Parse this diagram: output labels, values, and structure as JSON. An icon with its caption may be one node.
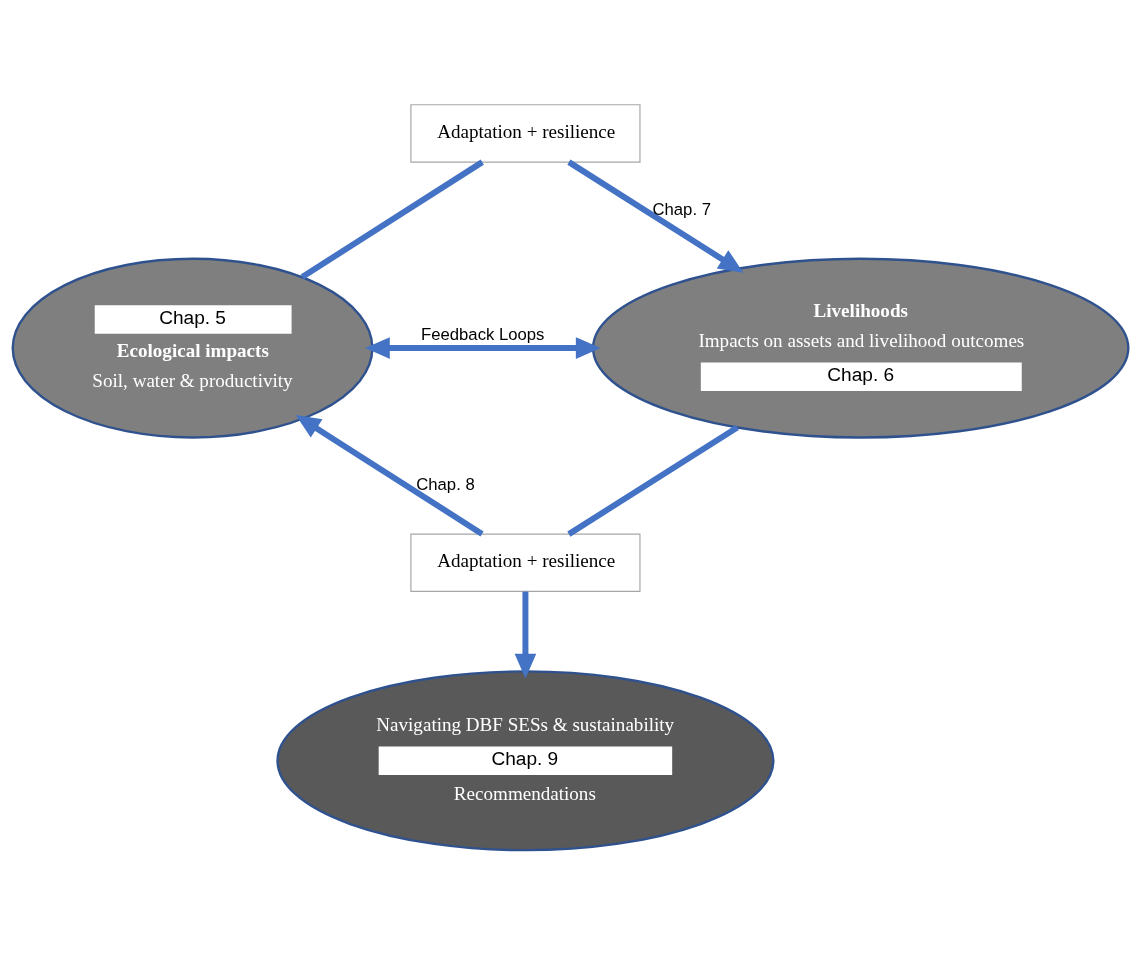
{
  "diagram": {
    "nodes": [
      {
        "text": [
          "Chap. 5",
          "Ecological impacts",
          "Soil, water & productivity"
        ]
      },
      {
        "text": [
          "Livelihoods",
          "Impacts on assets and livelihood outcomes",
          "Chap. 6"
        ]
      },
      {
        "text": [
          "Adaptation + resilience"
        ]
      },
      {
        "text": [
          "Adaptation + resilience"
        ]
      },
      {
        "text": [
          "Navigating DBF SESs & sustainability",
          "Chap. 9",
          "Recommendations"
        ]
      }
    ],
    "edges": [
      {
        "from": 0,
        "to": 2,
        "arrow": "none"
      },
      {
        "from": 2,
        "to": 1,
        "arrow": "to",
        "label": "Chap. 7"
      },
      {
        "from": 1,
        "to": 3,
        "arrow": "none"
      },
      {
        "from": 3,
        "to": 0,
        "arrow": "to",
        "label": "Chap. 8"
      },
      {
        "from": 0,
        "to": 1,
        "arrow": "both",
        "label": "Feedback Loops"
      },
      {
        "from": 3,
        "to": 4,
        "arrow": "to"
      }
    ]
  }
}
